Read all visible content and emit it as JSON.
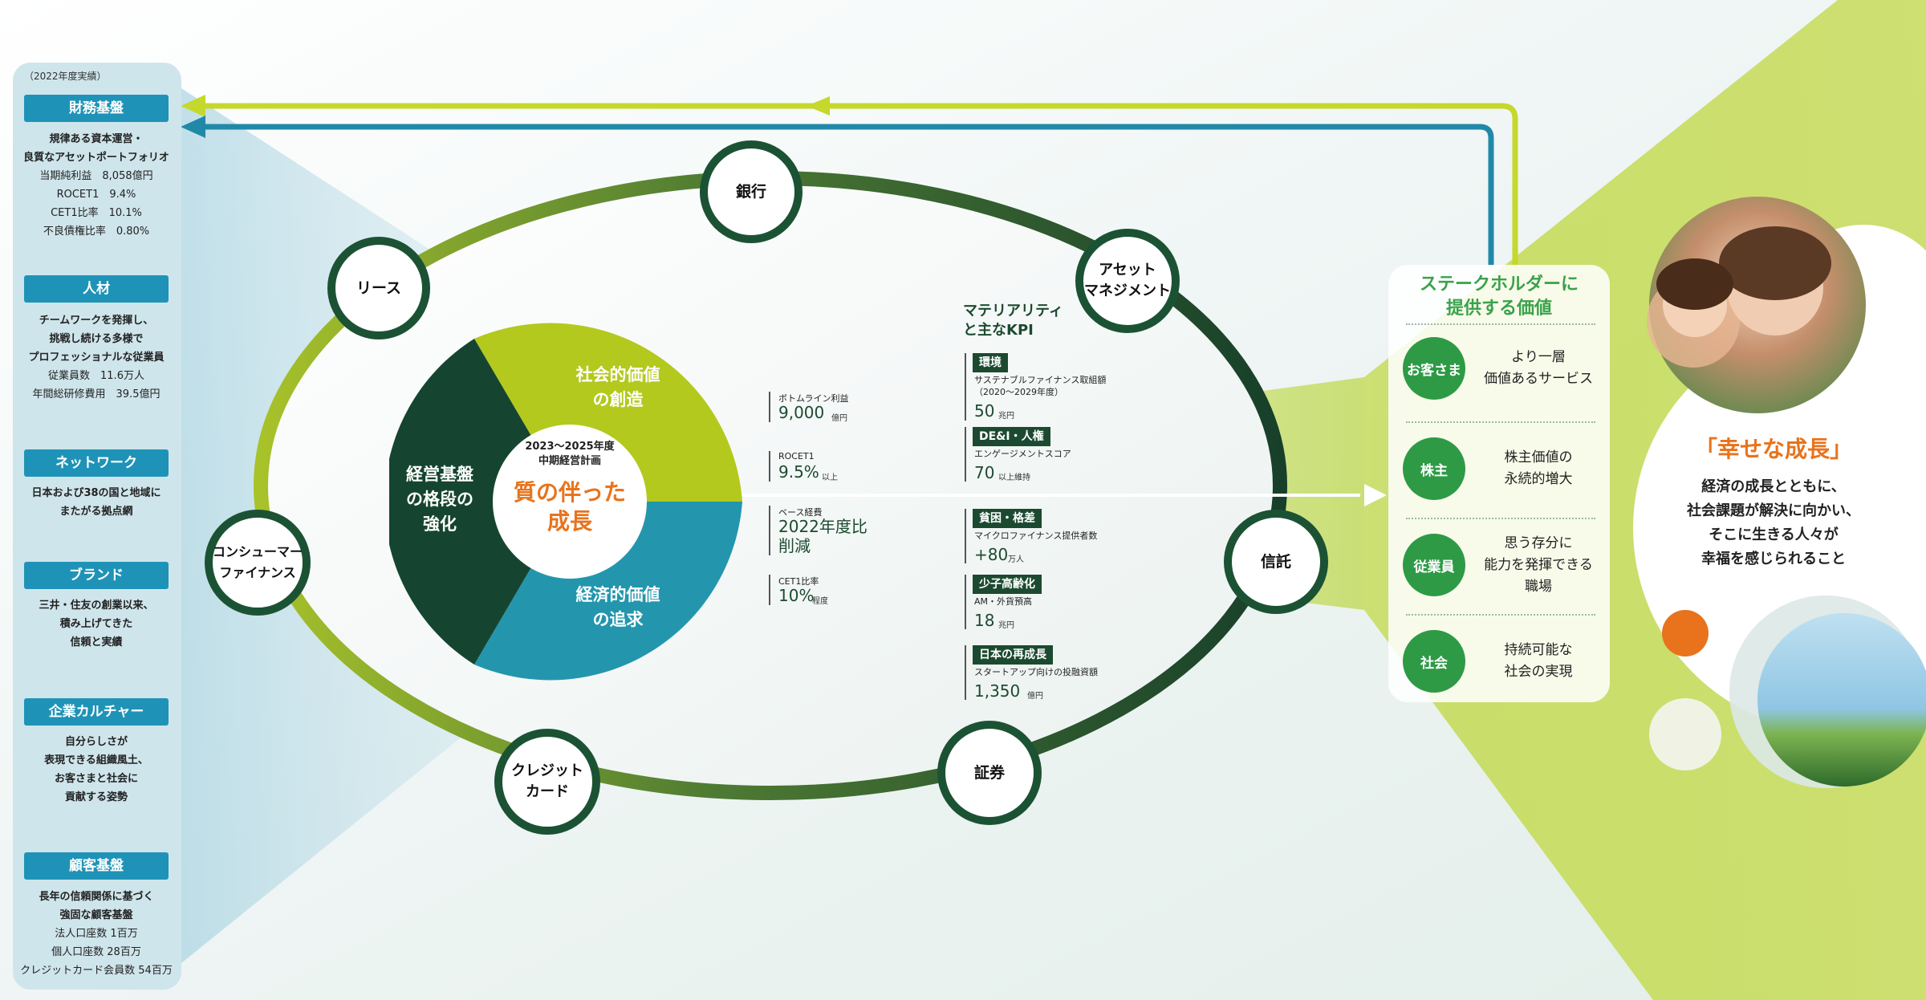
{
  "caption": "（2022年度実績）",
  "categories": [
    {
      "title": "財務基盤",
      "lines": [
        {
          "text": "規律ある資本運営・",
          "bold": true
        },
        {
          "text": "良質なアセットポートフォリオ",
          "bold": true
        },
        {
          "text": "当期純利益　8,058億円",
          "bold": false
        },
        {
          "text": "ROCET1　9.4%",
          "bold": false
        },
        {
          "text": "CET1比率　10.1%",
          "bold": false
        },
        {
          "text": "不良債権比率　0.80%",
          "bold": false
        }
      ]
    },
    {
      "title": "人材",
      "lines": [
        {
          "text": "チームワークを発揮し、",
          "bold": true
        },
        {
          "text": "挑戦し続ける多様で",
          "bold": true
        },
        {
          "text": "プロフェッショナルな従業員",
          "bold": true
        },
        {
          "text": "従業員数　11.6万人",
          "bold": false
        },
        {
          "text": "年間総研修費用　39.5億円",
          "bold": false
        }
      ]
    },
    {
      "title": "ネットワーク",
      "lines": [
        {
          "text": "日本および38の国と地域に",
          "bold": true
        },
        {
          "text": "またがる拠点網",
          "bold": true
        }
      ]
    },
    {
      "title": "ブランド",
      "lines": [
        {
          "text": "三井・住友の創業以来、",
          "bold": true
        },
        {
          "text": "積み上げてきた",
          "bold": true
        },
        {
          "text": "信頼と実績",
          "bold": true
        }
      ]
    },
    {
      "title": "企業カルチャー",
      "lines": [
        {
          "text": "自分らしさが",
          "bold": true
        },
        {
          "text": "表現できる組織風土、",
          "bold": true
        },
        {
          "text": "お客さまと社会に",
          "bold": true
        },
        {
          "text": "貢献する姿勢",
          "bold": true
        }
      ]
    },
    {
      "title": "顧客基盤",
      "lines": [
        {
          "text": "長年の信頼関係に基づく",
          "bold": true
        },
        {
          "text": "強固な顧客基盤",
          "bold": true
        },
        {
          "text": "法人口座数 1百万",
          "bold": false
        },
        {
          "text": "個人口座数 28百万",
          "bold": false
        },
        {
          "text": "クレジットカード会員数 54百万",
          "bold": false
        }
      ]
    }
  ],
  "nodes": {
    "bank": "銀行",
    "lease": "リース",
    "asset": "アセット\nマネジメント",
    "consumer": "コンシューマー\nファイナンス",
    "trust": "信託",
    "credit": "クレジット\nカード",
    "securities": "証券"
  },
  "pie": {
    "green": "社会的価値\nの創造",
    "dark": "経営基盤\nの格段の\n強化",
    "blue": "経済的価値\nの追求",
    "center_sub": "2023～2025年度\n中期経営計画",
    "center_main": "質の伴った\n成長",
    "colors": {
      "green": "#b3c91e",
      "dark": "#154530",
      "blue": "#2396ad",
      "accent": "#e8731c"
    }
  },
  "kpis": [
    {
      "label": "ボトムライン利益",
      "value": "9,000",
      "unit": "億円"
    },
    {
      "label": "ROCET1",
      "value": "9.5%",
      "unit": "以上"
    },
    {
      "label": "ベース経費",
      "value": "2022年度比\n削減",
      "unit": ""
    },
    {
      "label": "CET1比率",
      "value": "10%",
      "unit": "程度"
    }
  ],
  "materiality": {
    "title": "マテリアリティ\nと主なKPI",
    "items": [
      {
        "tag": "環境",
        "sub": "サステナブルファイナンス取組額\n（2020～2029年度）",
        "value": "50",
        "unit": "兆円"
      },
      {
        "tag": "DE&I・人権",
        "sub": "エンゲージメントスコア",
        "value": "70",
        "unit": "以上維持"
      },
      {
        "tag": "貧困・格差",
        "sub": "マイクロファイナンス提供者数",
        "value": "+80",
        "unit": "万人"
      },
      {
        "tag": "少子高齢化",
        "sub": "AM・外貨預高",
        "value": "18",
        "unit": "兆円"
      },
      {
        "tag": "日本の再成長",
        "sub": "スタートアップ向けの投融資額",
        "value": "1,350",
        "unit": "億円"
      }
    ]
  },
  "stakeholder": {
    "title": "ステークホルダーに\n提供する価値",
    "rows": [
      {
        "who": "お客さま",
        "value": "より一層\n価値あるサービス"
      },
      {
        "who": "株主",
        "value": "株主価値の\n永続的増大"
      },
      {
        "who": "従業員",
        "value": "思う存分に\n能力を発揮できる\n職場"
      },
      {
        "who": "社会",
        "value": "持続可能な\n社会の実現"
      }
    ]
  },
  "happiness": {
    "title": "「幸せな成長」",
    "text": "経済の成長とともに、\n社会課題が解決に向かい、\nそこに生きる人々が\n幸福を感じられること"
  }
}
